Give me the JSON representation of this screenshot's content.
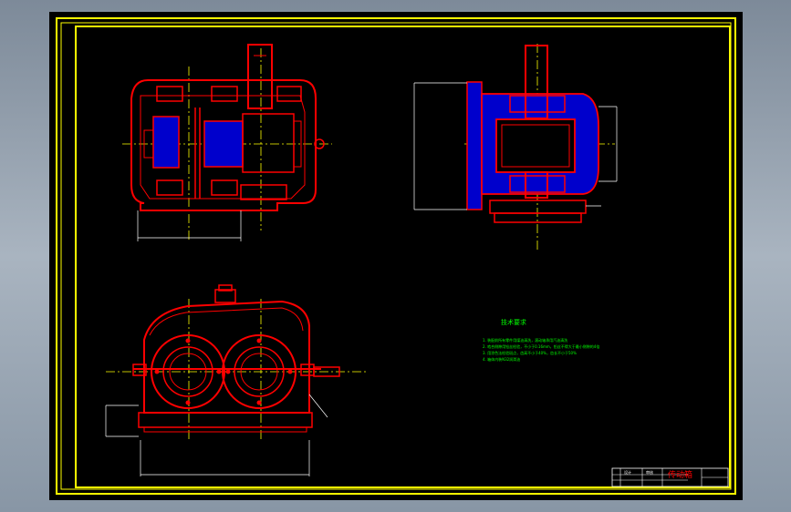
{
  "drawing": {
    "title_block": {
      "name": "传动箱",
      "cell_labels": [
        "设计",
        "审核"
      ]
    },
    "notes": {
      "heading": "技术要求",
      "lines": [
        "1. 装配前所有零件用煤油清洗，滚动轴承用汽油清洗",
        "2. 啮合侧隙用铅丝检验，不小于0.16mm，铅丝不得大于最小侧隙的4倍",
        "3. 用涂色法检验斑点，齿高不小于40%，齿长不小于50%",
        "4. 箱体内装N32润滑油"
      ]
    },
    "colors": {
      "border": "#ffff00",
      "part": "#ff0000",
      "section": "#0000ff",
      "centerline": "#ffff00",
      "dimension": "#ffffff",
      "notes": "#00ff00",
      "background": "#000000"
    }
  }
}
